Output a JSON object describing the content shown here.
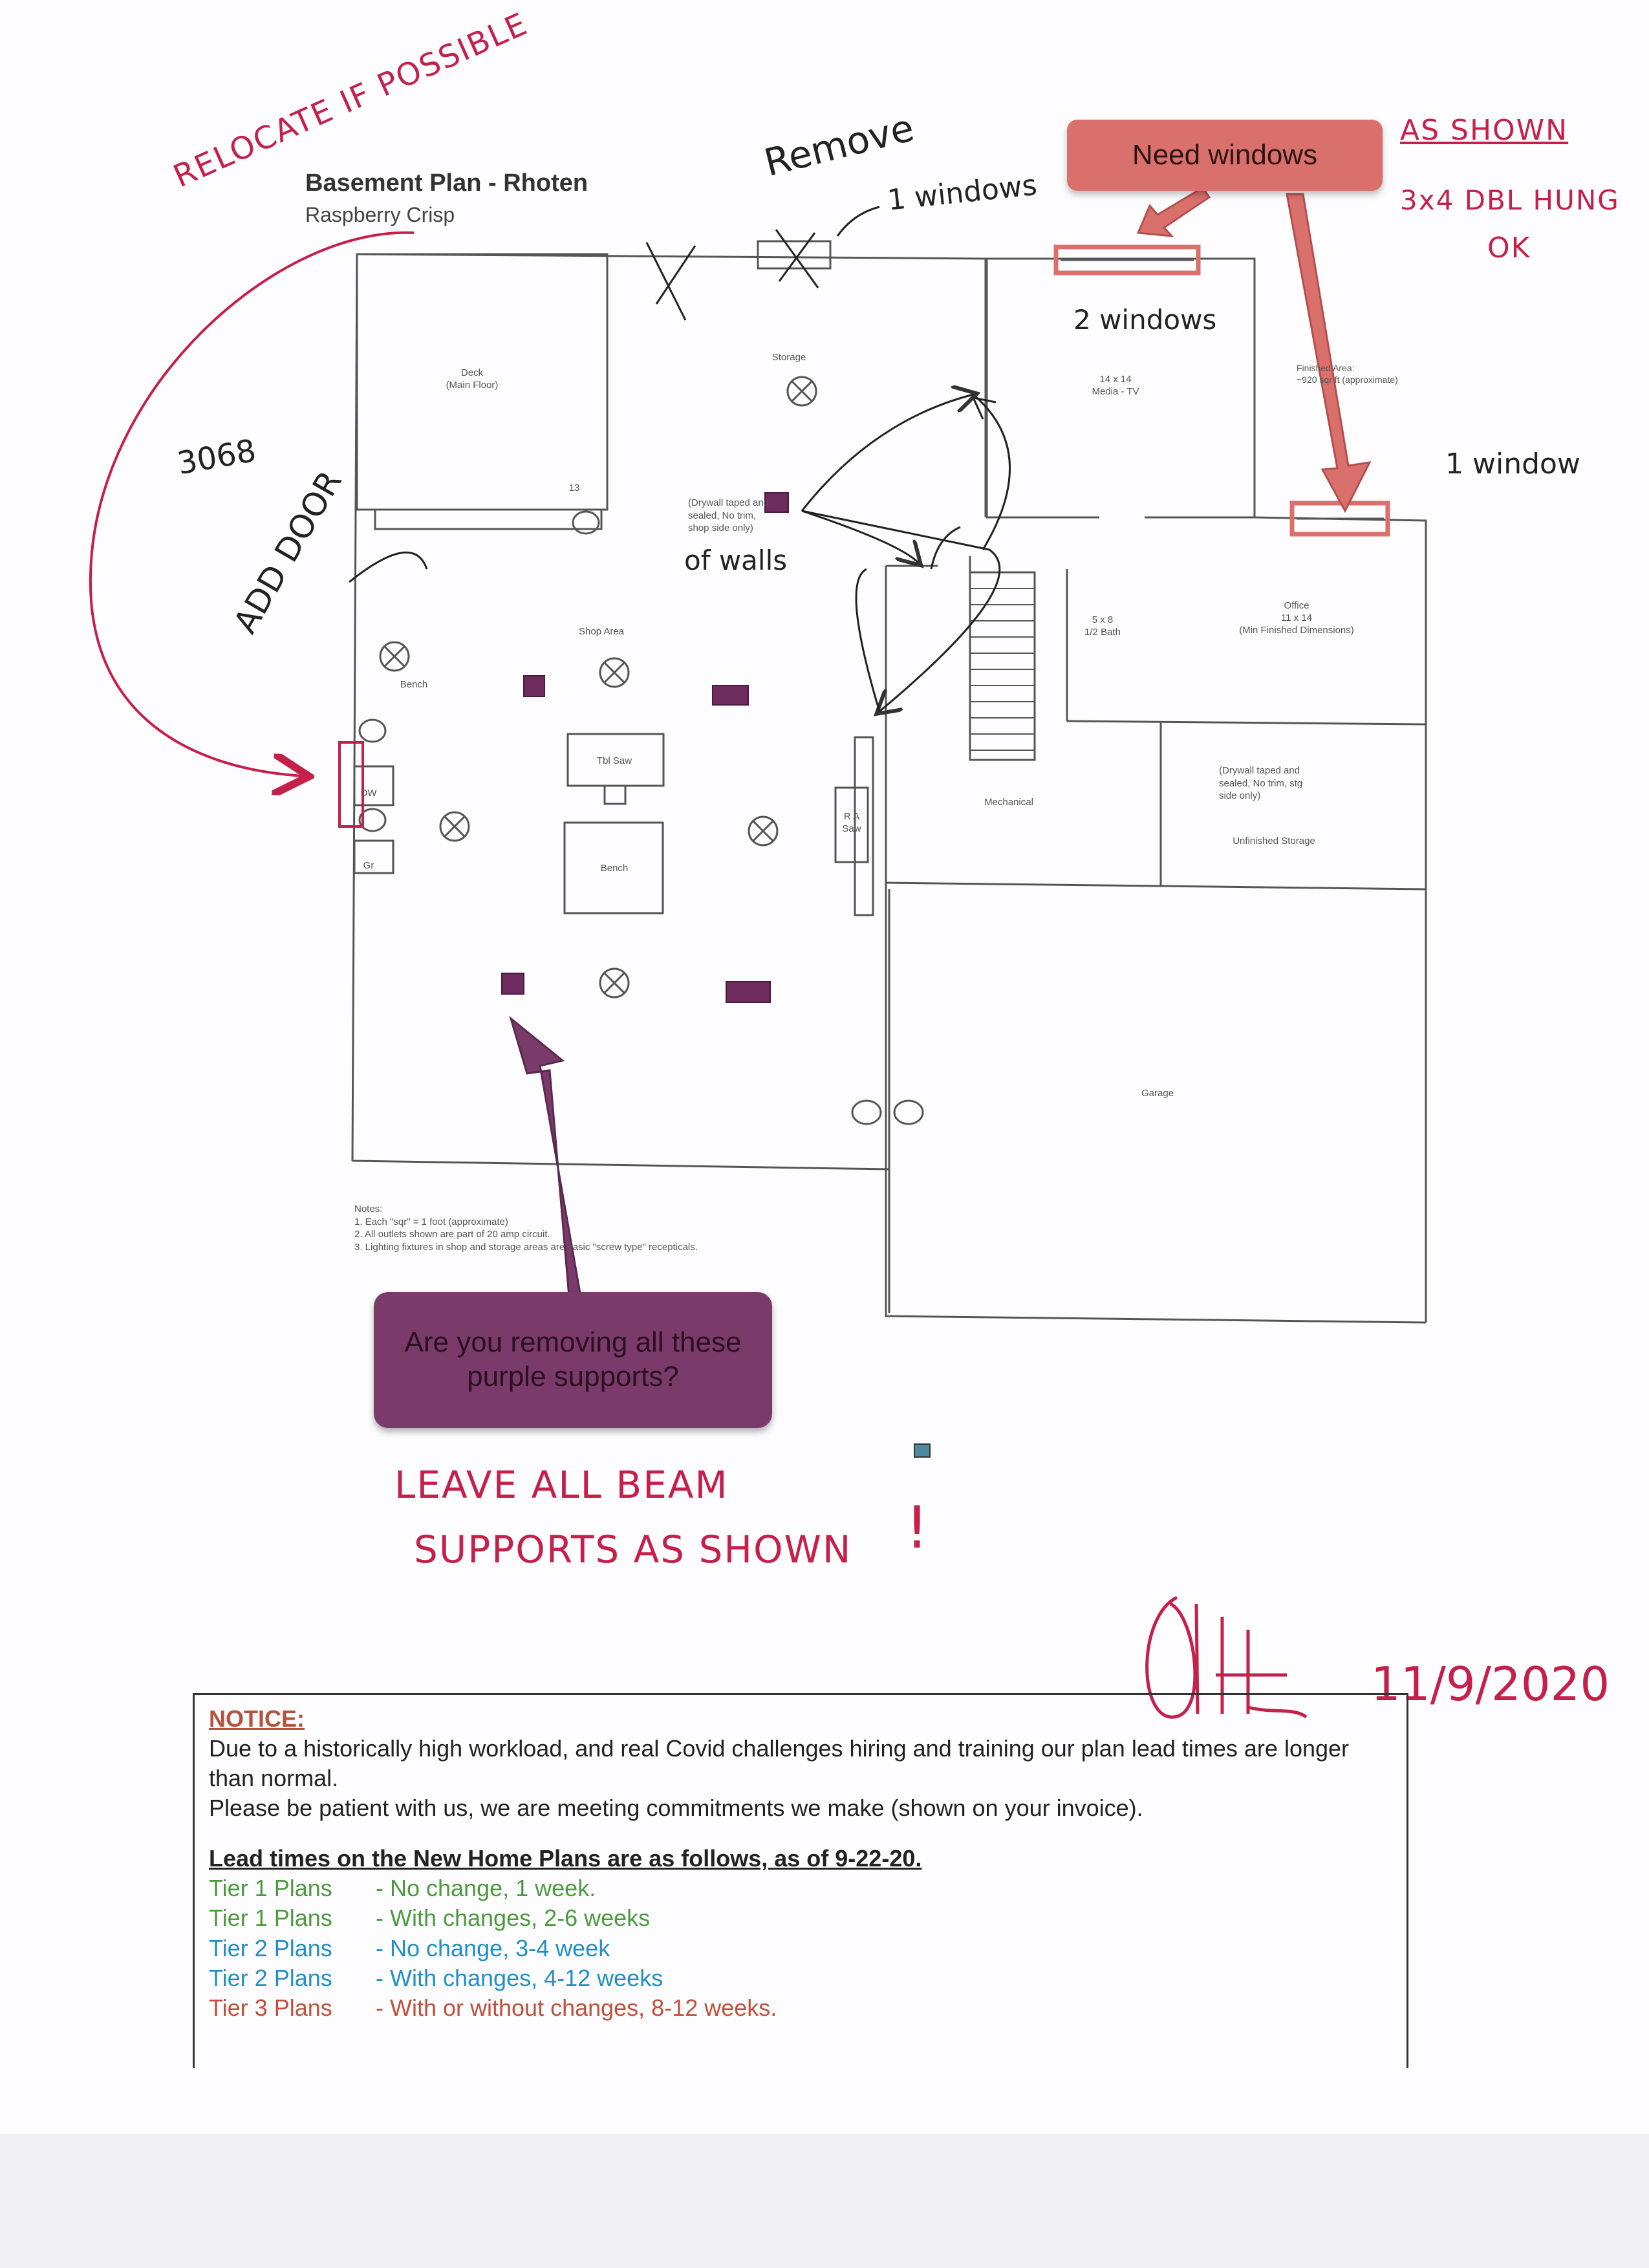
{
  "plan": {
    "title": "Basement Plan - Rhoten",
    "subtitle": "Raspberry Crisp",
    "rooms": {
      "deck": "Deck\n(Main Floor)",
      "storage": "Storage",
      "media": "14 x 14\nMedia - TV",
      "finished_area": "Finished Area:\n~920 sqr ft (approximate)",
      "shop_area": "Shop Area",
      "drywall_note_left": "(Drywall taped and\nsealed, No trim,\nshop side only)",
      "bath": "5 x 8\n1/2 Bath",
      "office": "Office\n11 x 14\n(Min Finished Dimensions)",
      "bench_left": "Bench",
      "tbl_saw": "Tbl Saw",
      "bench_center": "Bench",
      "ra_saw": "R A\nSaw",
      "mechanical": "Mechanical",
      "drywall_note_right": "(Drywall taped and\nsealed, No trim, stg\nside only)",
      "unfinished_storage": "Unfinished Storage",
      "garage": "Garage",
      "dw": "DW",
      "gr": "Gr",
      "deck_count": "13"
    },
    "notes": {
      "heading": "Notes:",
      "items": [
        "1. Each \"sqr\" = 1 foot (approximate)",
        "2. All outlets shown are part of 20 amp circuit.",
        "3. Lighting fixtures in shop and storage areas are basic \"screw type\" recepticals."
      ]
    }
  },
  "annotations": {
    "relocate": "RELOCATE IF POSSIBLE",
    "remove": "Remove",
    "one_windows": "1 windows",
    "two_windows": "2 windows",
    "one_window": "1 window",
    "as_shown": "AS SHOWN",
    "dbl_hung": "3x4 DBL HUNG",
    "ok": "OK",
    "door_size": "3068",
    "add_door": "ADD DOOR",
    "of_walls": "of walls",
    "leave_line1": "LEAVE ALL BEAM",
    "leave_line2": "SUPPORTS AS SHOWN",
    "exclaim": "!",
    "date": "11/9/2020"
  },
  "callouts": {
    "need_windows": "Need windows",
    "purple_supports": "Are you removing all these purple supports?"
  },
  "notice": {
    "heading": "NOTICE:",
    "line1": "Due to a historically high workload, and real Covid challenges hiring and training our plan lead times are longer than normal.",
    "line2": "Please be patient with us, we are meeting commitments we make (shown on your invoice).",
    "lead_heading": "Lead times on the New Home Plans are as follows, as of 9-22-20.",
    "tiers": [
      {
        "name": "Tier 1 Plans",
        "desc": "- No change, 1 week."
      },
      {
        "name": "Tier 1 Plans",
        "desc": "- With changes, 2-6 weeks"
      },
      {
        "name": "Tier 2 Plans",
        "desc": "- No change, 3-4 week"
      },
      {
        "name": "Tier 2 Plans",
        "desc": "- With changes, 4-12 weeks"
      },
      {
        "name": "Tier 3 Plans",
        "desc": "- With or without changes, 8-12 weeks."
      }
    ]
  },
  "colors": {
    "annotation_red": "#c4204a",
    "callout_red": "#d9706c",
    "callout_purple": "#7a3a6a",
    "tier1": "#4d9a3c",
    "tier2": "#1f8fc6",
    "tier3": "#c0503a"
  }
}
